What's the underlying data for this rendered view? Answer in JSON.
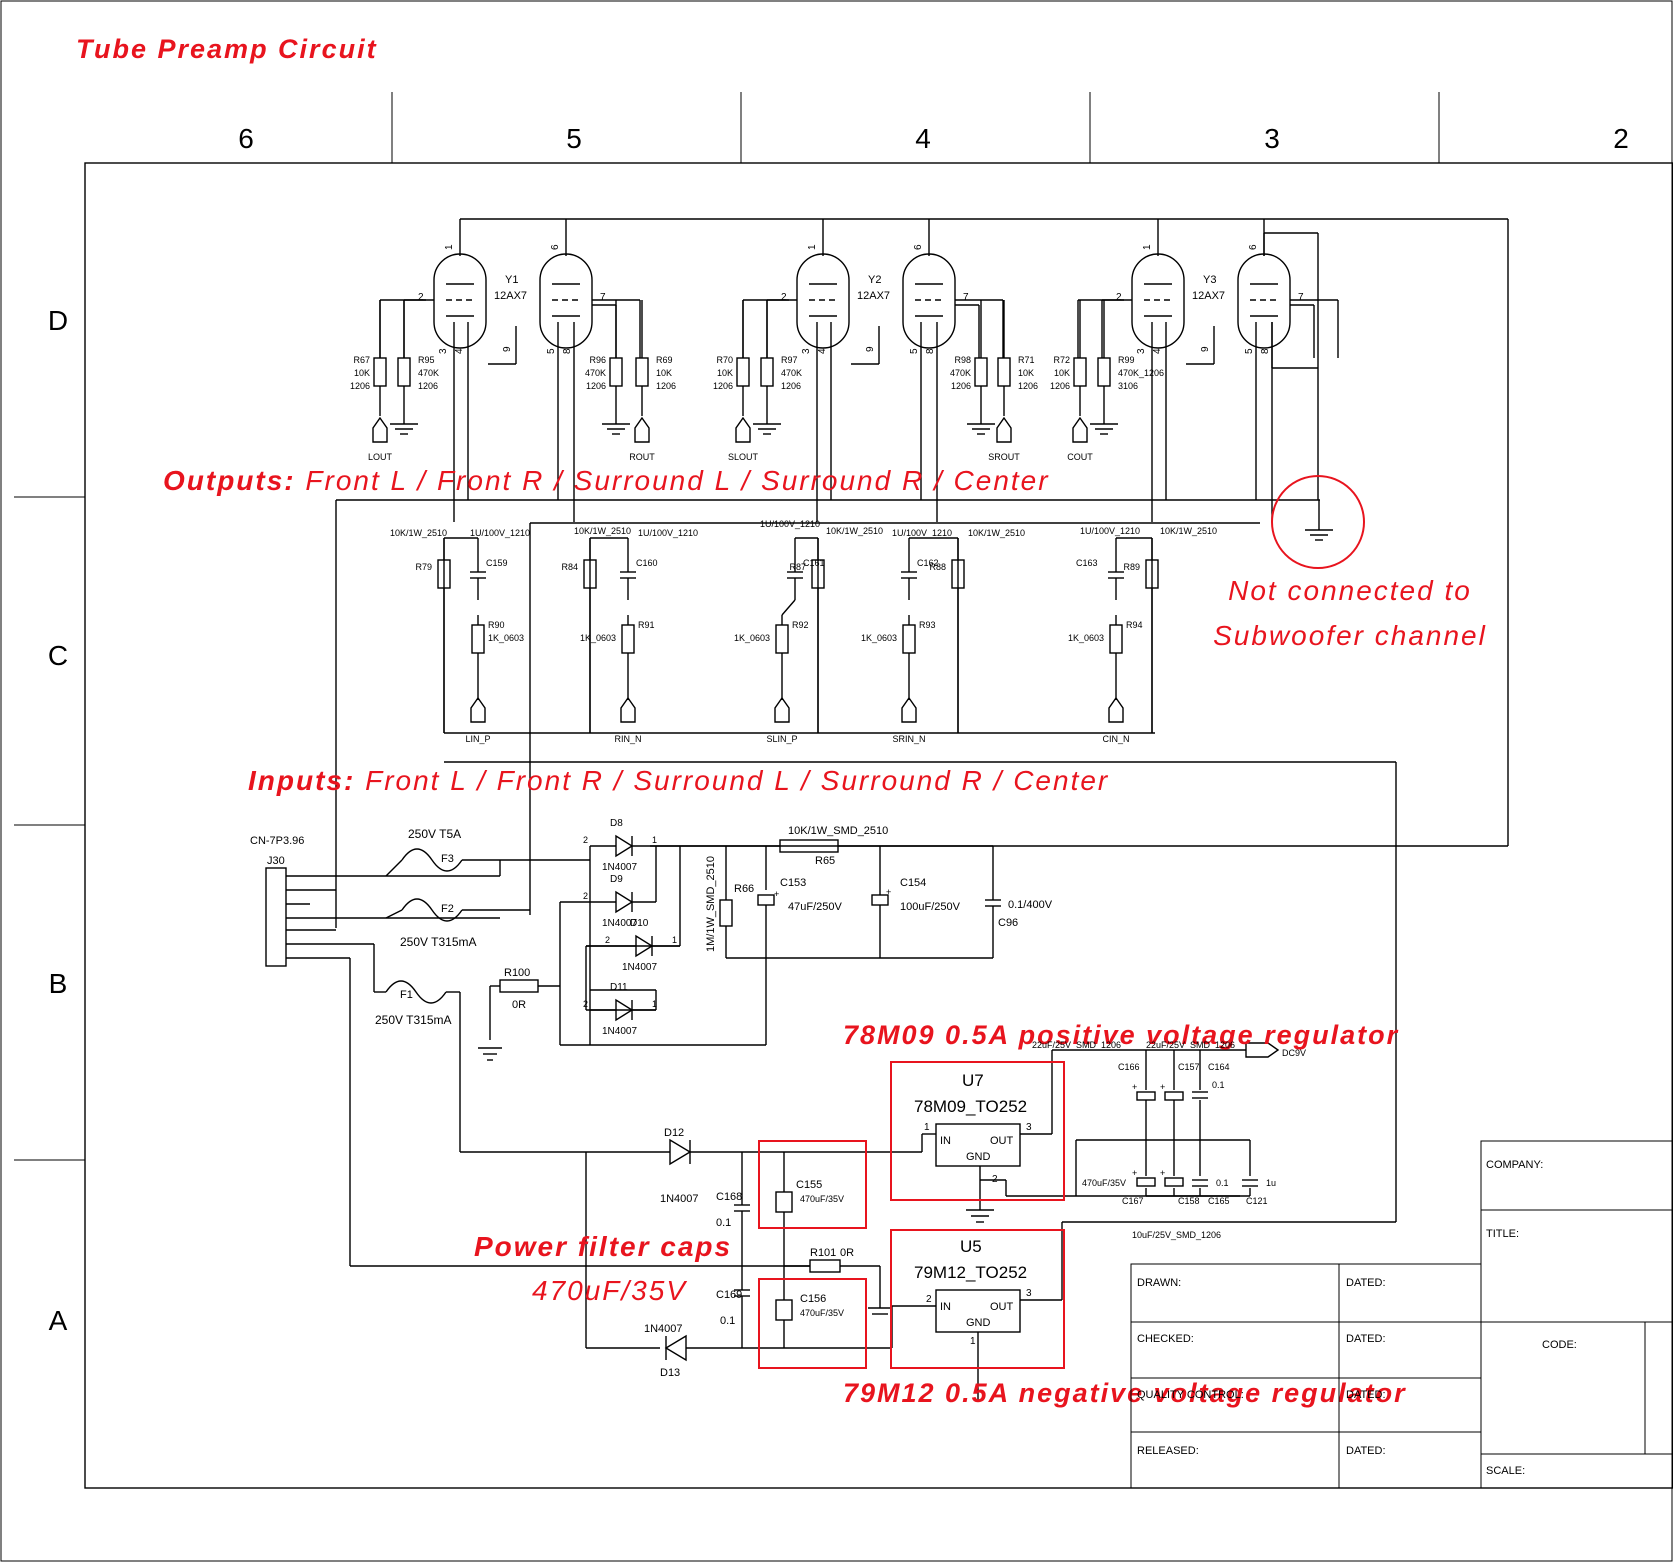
{
  "title": "Tube Preamp Circuit",
  "grid": {
    "columns": [
      "6",
      "5",
      "4",
      "3",
      "2"
    ],
    "rows": [
      "D",
      "C",
      "B",
      "A"
    ]
  },
  "tubes": [
    {
      "ref": "Y1",
      "part": "12AX7"
    },
    {
      "ref": "Y2",
      "part": "12AX7"
    },
    {
      "ref": "Y3",
      "part": "12AX7"
    }
  ],
  "pins": [
    "1",
    "2",
    "3",
    "4",
    "5",
    "6",
    "7",
    "8",
    "9"
  ],
  "grid_resistors": [
    {
      "ref": "R67",
      "value": "10K",
      "pkg": "1206"
    },
    {
      "ref": "R95",
      "value": "470K",
      "pkg": "1206"
    },
    {
      "ref": "R96",
      "value": "470K",
      "pkg": "1206"
    },
    {
      "ref": "R69",
      "value": "10K",
      "pkg": "1206"
    },
    {
      "ref": "R70",
      "value": "10K",
      "pkg": "1206"
    },
    {
      "ref": "R97",
      "value": "470K",
      "pkg": "1206"
    },
    {
      "ref": "R98",
      "value": "470K",
      "pkg": "1206"
    },
    {
      "ref": "R71",
      "value": "10K",
      "pkg": "1206"
    },
    {
      "ref": "R72",
      "value": "10K",
      "pkg": "1206"
    },
    {
      "ref": "R99",
      "value": "470K_1206",
      "pkg": "3106"
    }
  ],
  "output_ports": [
    "LOUT",
    "ROUT",
    "SLOUT",
    "SROUT",
    "COUT"
  ],
  "input_ports": [
    "LIN_P",
    "RIN_N",
    "SLIN_P",
    "SRIN_N",
    "CIN_N"
  ],
  "stage_parts": {
    "plate_res_value": "10K/1W_2510",
    "coupling_cap_value": "1U/100V_1210",
    "grid_stop_value": "1K_0603",
    "plate_res": [
      "R79",
      "R84",
      "R87",
      "R88",
      "R89"
    ],
    "coupling_caps": [
      "C159",
      "C160",
      "C161",
      "C162",
      "C163"
    ],
    "grid_stops": [
      "R90",
      "R91",
      "R92",
      "R93",
      "R94"
    ]
  },
  "annotations": {
    "outputs_bold": "Outputs:",
    "outputs_rest": " Front L / Front R / Surround L / Surround R / Center",
    "inputs_bold": "Inputs:",
    "inputs_rest": " Front L / Front R / Surround L / Surround R / Center",
    "nc_line1": "Not connected to",
    "nc_line2": "Subwoofer channel",
    "pos_reg": "78M09 0.5A positive voltage regulator",
    "neg_reg": "79M12 0.5A negative voltage regulator",
    "caps_line1": "Power filter caps",
    "caps_line2": "470uF/35V"
  },
  "connector": {
    "ref": "J30",
    "part": "CN-7P3.96"
  },
  "fuses": [
    {
      "ref": "F3",
      "rating": "250V T5A"
    },
    {
      "ref": "F2",
      "rating": "250V T315mA"
    },
    {
      "ref": "F1",
      "rating": "250V T315mA"
    }
  ],
  "diodes": {
    "part": "1N4007",
    "refs": [
      "D8",
      "D9",
      "D10",
      "D11",
      "D12",
      "D13"
    ]
  },
  "hv_supply": {
    "r65": {
      "ref": "R65",
      "value": "10K/1W_SMD_2510"
    },
    "r66": {
      "ref": "R66",
      "value": "1M/1W_SMD_2510"
    },
    "c153": {
      "ref": "C153",
      "value": "47uF/250V"
    },
    "c154": {
      "ref": "C154",
      "value": "100uF/250V"
    },
    "c96": {
      "ref": "C96",
      "value": "0.1/400V"
    },
    "r100": {
      "ref": "R100",
      "value": "0R"
    }
  },
  "regulators": [
    {
      "ref": "U7",
      "part": "78M09_TO252",
      "in": "IN",
      "out": "OUT",
      "gnd": "GND"
    },
    {
      "ref": "U5",
      "part": "79M12_TO252",
      "in": "IN",
      "out": "OUT",
      "gnd": "GND"
    }
  ],
  "lv_supply": {
    "c155": {
      "ref": "C155",
      "value": "470uF/35V"
    },
    "c156": {
      "ref": "C156",
      "value": "470uF/35V"
    },
    "c168": {
      "ref": "C168",
      "value": "0.1"
    },
    "c169": {
      "ref": "C169",
      "value": "0.1"
    },
    "r101": {
      "ref": "R101",
      "value": "0R"
    },
    "c166": "C166",
    "c157": "C157",
    "c164": "C164",
    "c164_val": "0.1",
    "top_val1": "22uF/25V_SMD_1206",
    "top_val2": "22uF/25V_SMD_1206",
    "dc9v": "DC9V",
    "c167": "C167",
    "c158": "C158",
    "c165": "C165",
    "c121": "C121",
    "c167_val": "470uF/35V",
    "c165_val": "0.1",
    "c121_val": "1u",
    "bottom_val": "10uF/25V_SMD_1206"
  },
  "title_block": {
    "company": "COMPANY:",
    "title": "TITLE:",
    "drawn": "DRAWN:",
    "checked": "CHECKED:",
    "quality": "QUALITY CONTROL:",
    "released": "RELEASED:",
    "dated": "DATED:",
    "code": "CODE:",
    "scale": "SCALE:"
  }
}
